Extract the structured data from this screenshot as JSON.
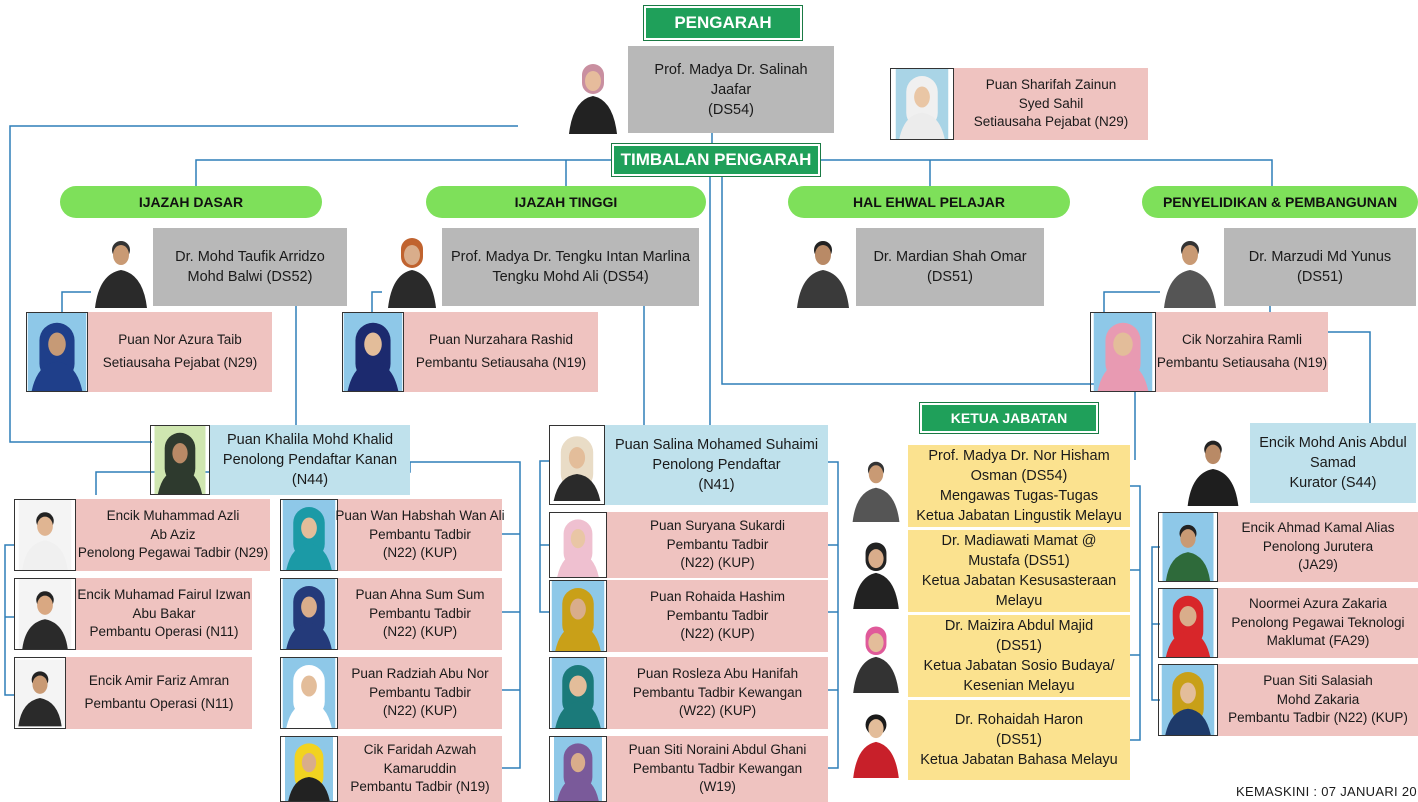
{
  "headers": {
    "pengarah": "PENGARAH",
    "timbalan": "TIMBALAN PENGARAH",
    "ketua_jabatan": "KETUA JABATAN"
  },
  "sections": {
    "ijazah_dasar": "IJAZAH DASAR",
    "ijazah_tinggi": "IJAZAH TINGGI",
    "hal_ehwal": "HAL EHWAL PELAJAR",
    "penyelidikan": "PENYELIDIKAN & PEMBANGUNAN"
  },
  "people": {
    "pengarah": [
      "Prof. Madya Dr. Salinah",
      "Jaafar",
      "(DS54)"
    ],
    "setiausaha_pengarah": [
      "Puan Sharifah Zainun",
      "Syed Sahil",
      "Setiausaha Pejabat (N29)"
    ],
    "ijazah_dasar_head": [
      "Dr. Mohd Taufik Arridzo",
      "Mohd Balwi (DS52)"
    ],
    "ijazah_dasar_setiausaha": [
      "Puan Nor Azura Taib",
      "Setiausaha Pejabat (N29)"
    ],
    "ijazah_tinggi_head": [
      "Prof. Madya Dr. Tengku Intan Marlina",
      "Tengku Mohd Ali (DS54)"
    ],
    "ijazah_tinggi_pembantu": [
      "Puan Nurzahara Rashid",
      "Pembantu Setiausaha (N19)"
    ],
    "hal_ehwal_head": [
      "Dr. Mardian Shah Omar",
      "(DS51)"
    ],
    "penyelidikan_head": [
      "Dr. Marzudi Md Yunus",
      "(DS51)"
    ],
    "penyelidikan_pembantu": [
      "Cik Norzahira Ramli",
      "Pembantu Setiausaha (N19)"
    ],
    "khalila": [
      "Puan Khalila Mohd Khalid",
      "Penolong Pendaftar Kanan",
      "(N44)"
    ],
    "azli": [
      "Encik Muhammad Azli",
      "Ab Aziz",
      "Penolong Pegawai Tadbir (N29)"
    ],
    "fairul": [
      "Encik Muhamad Fairul Izwan",
      "Abu Bakar",
      "Pembantu Operasi (N11)"
    ],
    "amir": [
      "Encik Amir Fariz Amran",
      "Pembantu Operasi (N11)"
    ],
    "habshah": [
      "Puan Wan Habshah Wan Ali",
      "Pembantu Tadbir",
      "(N22) (KUP)"
    ],
    "ahna": [
      "Puan Ahna Sum Sum",
      "Pembantu Tadbir",
      "(N22) (KUP)"
    ],
    "radziah": [
      "Puan Radziah Abu Nor",
      "Pembantu Tadbir",
      "(N22) (KUP)"
    ],
    "faridah": [
      "Cik Faridah Azwah",
      "Kamaruddin",
      "Pembantu Tadbir (N19)"
    ],
    "salina": [
      "Puan Salina Mohamed Suhaimi",
      "Penolong Pendaftar",
      "(N41)"
    ],
    "suryana": [
      "Puan Suryana Sukardi",
      "Pembantu Tadbir",
      "(N22) (KUP)"
    ],
    "rohaida": [
      "Puan Rohaida Hashim",
      "Pembantu Tadbir",
      "(N22) (KUP)"
    ],
    "rosleza": [
      "Puan Rosleza Abu Hanifah",
      "Pembantu Tadbir Kewangan",
      "(W22) (KUP)"
    ],
    "noraini": [
      "Puan Siti Noraini Abdul Ghani",
      "Pembantu Tadbir Kewangan",
      "(W19)"
    ],
    "hisham": [
      "Prof. Madya Dr. Nor Hisham",
      "Osman (DS54)",
      "Mengawas Tugas-Tugas",
      "Ketua Jabatan Lingustik Melayu"
    ],
    "madiawati": [
      "Dr. Madiawati Mamat @",
      "Mustafa (DS51)",
      "Ketua Jabatan Kesusasteraan",
      "Melayu"
    ],
    "maizira": [
      "Dr. Maizira Abdul Majid",
      "(DS51)",
      "Ketua Jabatan Sosio Budaya/",
      "Kesenian Melayu"
    ],
    "rohaidah": [
      "Dr. Rohaidah Haron",
      "(DS51)",
      "Ketua Jabatan Bahasa Melayu"
    ],
    "anis": [
      "Encik Mohd Anis Abdul",
      "Samad",
      "Kurator (S44)"
    ],
    "kamal": [
      "Encik Ahmad Kamal Alias",
      "Penolong Jurutera",
      "(JA29)"
    ],
    "noormei": [
      "Noormei Azura Zakaria",
      "Penolong Pegawai Teknologi",
      "Maklumat (FA29)"
    ],
    "salasiah": [
      "Puan Siti Salasiah",
      "Mohd Zakaria",
      "Pembantu Tadbir (N22) (KUP)"
    ]
  },
  "footnote": "KEMASKINI : 07 JANUARI 20",
  "colors": {
    "header_green": "#1fa05a",
    "section_green": "#7ee05a",
    "gray_box": "#b8b8b8",
    "pink_box": "#efc3c0",
    "blue_box": "#bfe1ec",
    "yellow_box": "#fbe28f",
    "connector": "#2f7fb8"
  },
  "icons": {
    "photo": "person-photo-icon"
  }
}
